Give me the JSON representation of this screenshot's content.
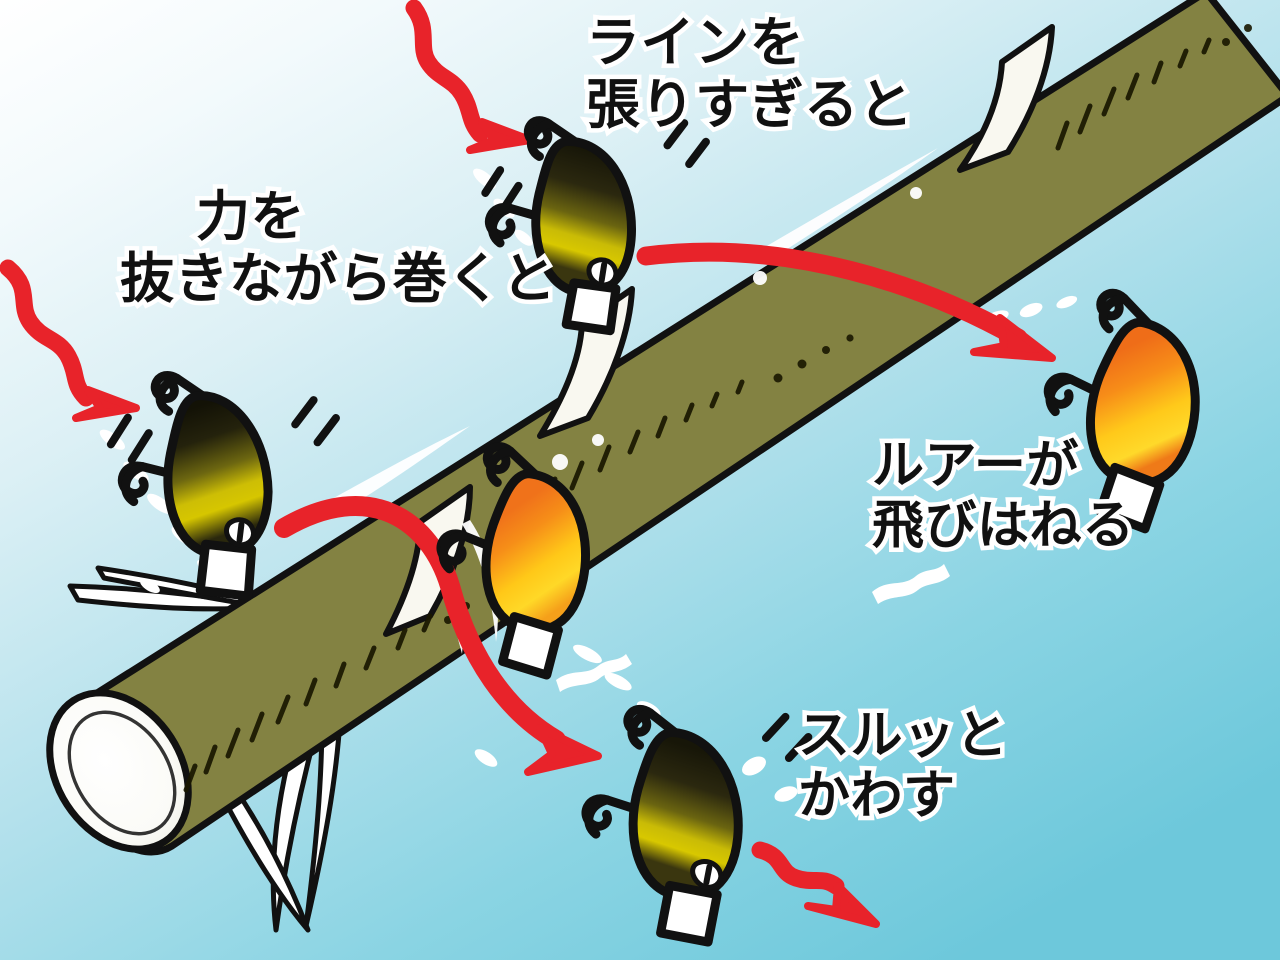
{
  "illustration": {
    "title": "ルアーが障害物をかわすイラスト",
    "type": "fishing-technique-illustration",
    "background": {
      "top_color": "#ffffff",
      "bottom_color": "#6dc8db",
      "description": "水中をあらわす白から水色のグラデーション"
    }
  },
  "captions": [
    {
      "id": "line-too-tight",
      "line1": "ラインを",
      "line2": "張りすぎると",
      "position": "top-center",
      "color": "#111111",
      "outline_color": "#ffffff"
    },
    {
      "id": "relax-power",
      "line1": "力を",
      "line2": "抜きながら巻くと",
      "position": "upper-left",
      "color": "#111111",
      "outline_color": "#ffffff"
    },
    {
      "id": "lure-jumps",
      "line1": "ルアーが",
      "line2": "飛びはねる",
      "position": "middle-right",
      "color": "#111111",
      "outline_color": "#ffffff"
    },
    {
      "id": "slips-past",
      "line1": "スルッと",
      "line2": "かわす",
      "position": "lower-right",
      "color": "#111111",
      "outline_color": "#ffffff"
    }
  ],
  "obstacle": {
    "name": "竹・ブッシュ（沈み木）",
    "body_color_light": "#d9d7a1",
    "body_color_dark": "#8b8a47",
    "outline_color": "#111111",
    "cut_end_color": "#ffffff",
    "node_band_color": "#f7f6ee",
    "node_count": 2,
    "branch_count": 3,
    "orientation": "lower-left to upper-right diagonal"
  },
  "lures": [
    {
      "id": "lure-top-dark",
      "color_top": "#2e2a14",
      "color_belly": "#e9d400",
      "lip_color": "#ffffff",
      "state": "ラインを張りすぎてぶつかる",
      "hooks": 2
    },
    {
      "id": "lure-left-dark",
      "color_top": "#1b1a0c",
      "color_belly": "#d8c800",
      "lip_color": "#ffffff",
      "state": "力を抜いて落ちてくる",
      "hooks": 2
    },
    {
      "id": "lure-center-orange",
      "color_top": "#f07c18",
      "color_belly": "#ffd519",
      "lip_color": "#ffffff",
      "state": "竹に当たって弾かれる",
      "hooks": 2
    },
    {
      "id": "lure-right-orange",
      "color_top": "#f26a16",
      "color_belly": "#ffcf18",
      "lip_color": "#ffffff",
      "state": "飛びはねる",
      "hooks": 2
    },
    {
      "id": "lure-bottom-dark",
      "color_top": "#24210f",
      "color_belly": "#d9c900",
      "lip_color": "#ffffff",
      "state": "スルッとかわす",
      "hooks": 2
    }
  ],
  "arrows": [
    {
      "id": "arrow-wavy-top",
      "style": "wavy",
      "color": "#e8232a",
      "direction": "down-right",
      "meaning": "ラインを張りすぎた場合の入力"
    },
    {
      "id": "arrow-wavy-left",
      "style": "wavy",
      "color": "#e8232a",
      "direction": "down-right",
      "meaning": "力を抜いた場合の入力"
    },
    {
      "id": "arrow-curve-top",
      "style": "smooth-curve",
      "color": "#e8232a",
      "direction": "left-to-right over obstacle",
      "meaning": "ルアーが跳ね上がる軌道"
    },
    {
      "id": "arrow-curve-bottom",
      "style": "smooth-curve",
      "color": "#e8232a",
      "direction": "left-to-down-right under obstacle",
      "meaning": "ルアーがかわして抜ける軌道"
    },
    {
      "id": "arrow-wavy-bottom",
      "style": "wavy",
      "color": "#e8232a",
      "direction": "down-right",
      "meaning": "かわした後の進行方向"
    }
  ],
  "trails": {
    "color": "#ffffff",
    "style": "dashed-dots",
    "count": 4,
    "meaning": "ルアーの軌跡"
  }
}
